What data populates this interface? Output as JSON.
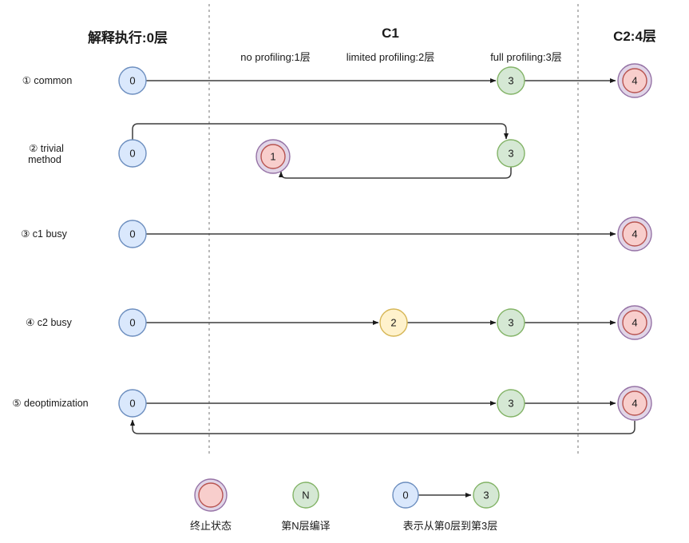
{
  "header": {
    "interpreter": "解释执行:0层",
    "c1": "C1",
    "c1_subs": [
      "no profiling:1层",
      "limited profiling:2层",
      "full profiling:3层"
    ],
    "c2": "C2:4层"
  },
  "rows": [
    {
      "label": "① common",
      "nodes": [
        "0",
        "3",
        "4"
      ]
    },
    {
      "label1": "② trivial",
      "label2": "method",
      "nodes": [
        "0",
        "1",
        "3"
      ]
    },
    {
      "label": "③ c1 busy",
      "nodes": [
        "0",
        "4"
      ]
    },
    {
      "label": "④ c2 busy",
      "nodes": [
        "0",
        "2",
        "3",
        "4"
      ]
    },
    {
      "label": "⑤ deoptimization",
      "nodes": [
        "0",
        "3",
        "4"
      ]
    }
  ],
  "legend": {
    "terminal_label": "终止状态",
    "n_node": "N",
    "n_label": "第N层编译",
    "from_node": "0",
    "to_node": "3",
    "flow_label": "表示从第0层到第3层"
  },
  "colors": {
    "level0_fill": "#dae8fc",
    "level0_stroke": "#6c8ebf",
    "compile_fill": "#d5e8d4",
    "compile_stroke": "#82b366",
    "level2_fill": "#fff2cc",
    "level2_stroke": "#d6b656",
    "terminal_outer_fill": "#e1d5e7",
    "terminal_outer_stroke": "#9673a6",
    "terminal_inner_fill": "#f8cecc",
    "terminal_inner_stroke": "#b85450",
    "line": "#3d3d3d",
    "divider": "#a8a8a8"
  }
}
